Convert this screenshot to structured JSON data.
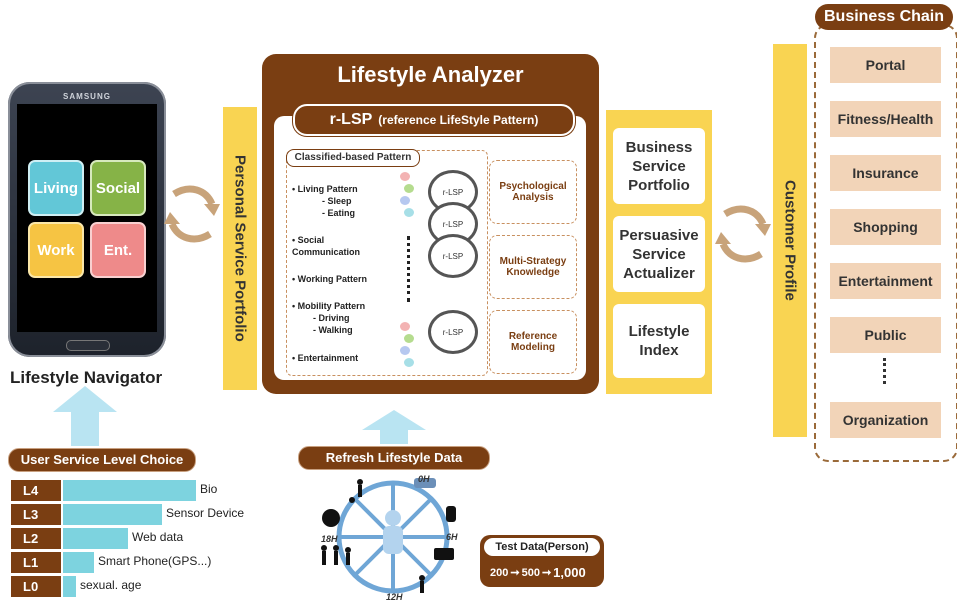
{
  "phone": {
    "brand": "SAMSUNG",
    "tiles": [
      {
        "label": "Living",
        "color": "#62c7d7"
      },
      {
        "label": "Social",
        "color": "#86b347"
      },
      {
        "label": "Work",
        "color": "#f6c443"
      },
      {
        "label": "Ent.",
        "color": "#ee8a8a"
      }
    ],
    "caption": "Lifestyle Navigator"
  },
  "personal_bar": "Personal Service Portfolio",
  "analyzer": {
    "title": "Lifestyle Analyzer",
    "rlsp_main": "r-LSP",
    "rlsp_sub": "(reference LifeStyle Pattern)",
    "classified_label": "Classified-based Pattern",
    "patterns": [
      "• Living Pattern",
      "- Sleep",
      "- Eating",
      "• Social Communication",
      "• Working Pattern",
      "• Mobility Pattern",
      "- Driving",
      "- Walking",
      "• Entertainment"
    ],
    "ring_label": "r-LSP",
    "side_boxes": [
      "Psychological Analysis",
      "Multi-Strategy Knowledge",
      "Reference Modeling"
    ]
  },
  "yellow_panel": [
    "Business Service Portfolio",
    "Persuasive Service Actualizer",
    "Lifestyle Index"
  ],
  "customer_bar": "Customer Profile",
  "business_chain": {
    "title": "Business Chain",
    "items": [
      "Portal",
      "Fitness/Health",
      "Insurance",
      "Shopping",
      "Entertainment",
      "Public",
      "Organization"
    ]
  },
  "user_service": {
    "title": "User Service Level Choice",
    "levels": [
      {
        "level": "L4",
        "cells": 6,
        "label": "Bio"
      },
      {
        "level": "L3",
        "cells": 4,
        "label": "Sensor Device"
      },
      {
        "level": "L2",
        "cells": 3,
        "label": "Web data"
      },
      {
        "level": "L1",
        "cells": 1,
        "label": "Smart Phone(GPS...)"
      },
      {
        "level": "L0",
        "cells": 0,
        "label": "sexual. age"
      }
    ]
  },
  "refresh": {
    "title": "Refresh Lifestyle Data",
    "hours": [
      "0H",
      "6H",
      "12H",
      "18H"
    ]
  },
  "test_data": {
    "title": "Test Data(Person)",
    "v1": "200",
    "v2": "500",
    "v3": "1,000"
  },
  "colors": {
    "brown": "#7a3e12",
    "yellow": "#f9d452",
    "chain_item": "#f2d4b8",
    "arrow_blue": "#b9e4f2"
  }
}
